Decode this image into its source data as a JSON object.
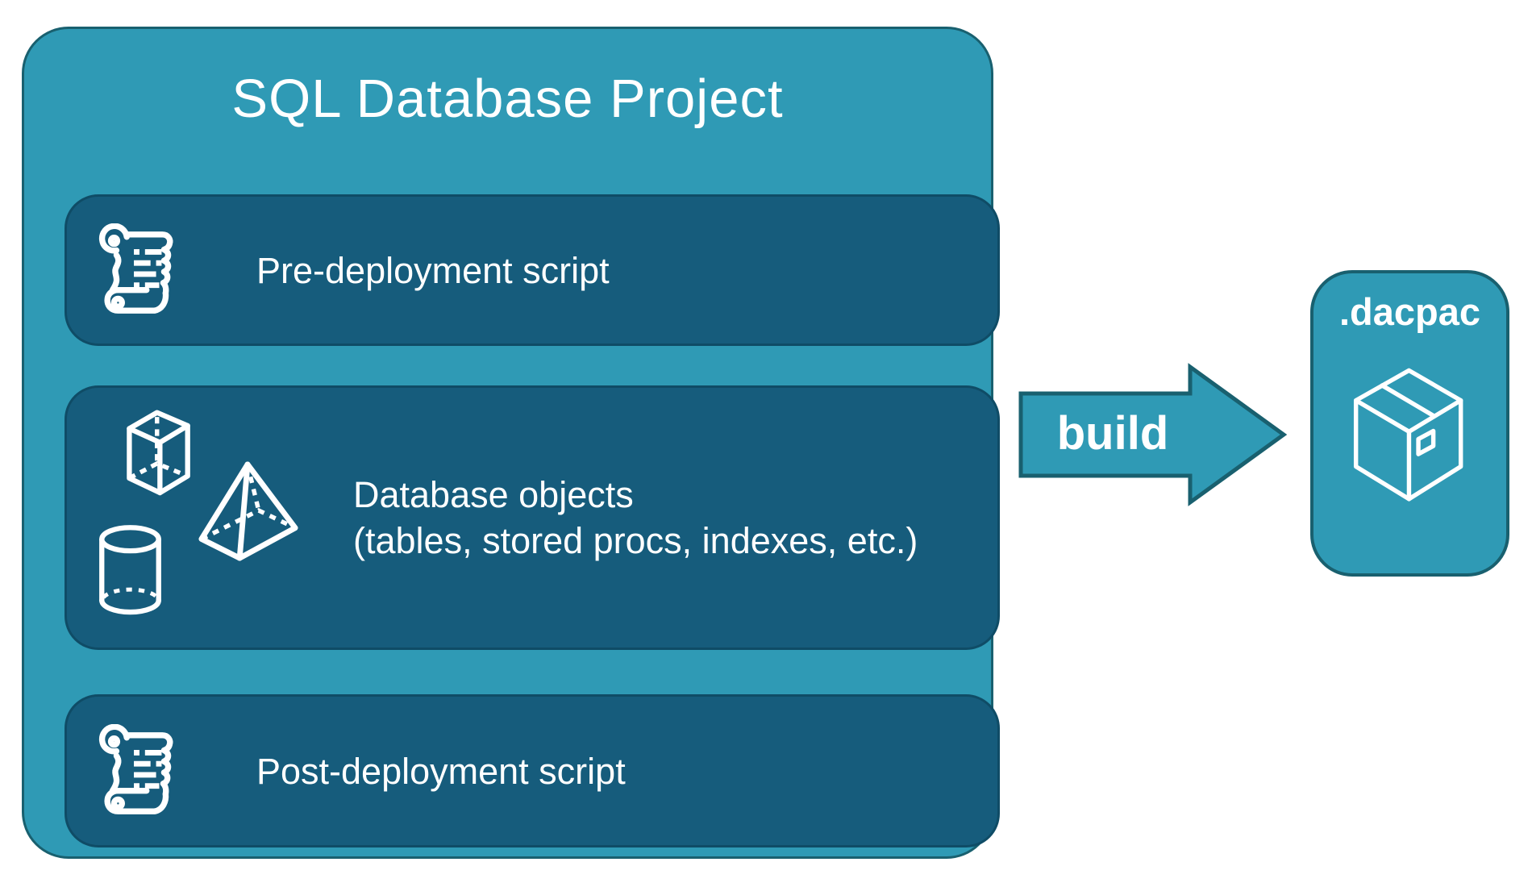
{
  "project": {
    "title": "SQL Database Project",
    "pre_block": {
      "label": "Pre-deployment script",
      "icon": "scroll-icon"
    },
    "objects_block": {
      "line1": "Database objects",
      "line2": "(tables, stored procs, indexes, etc.)",
      "icons": [
        "cube-icon",
        "pyramid-icon",
        "cylinder-icon"
      ]
    },
    "post_block": {
      "label": "Post-deployment script",
      "icon": "scroll-icon"
    }
  },
  "build_arrow": {
    "label": "build",
    "direction": "right"
  },
  "dacpac": {
    "label": ".dacpac",
    "icon": "package-icon"
  },
  "colors": {
    "teal_fill": "#2F9AB5",
    "teal_border": "#19606F",
    "panel_fill": "#165C7C",
    "panel_border": "#0F4C66",
    "icon_and_text": "#FFFFFF",
    "background": "#FFFFFF"
  }
}
